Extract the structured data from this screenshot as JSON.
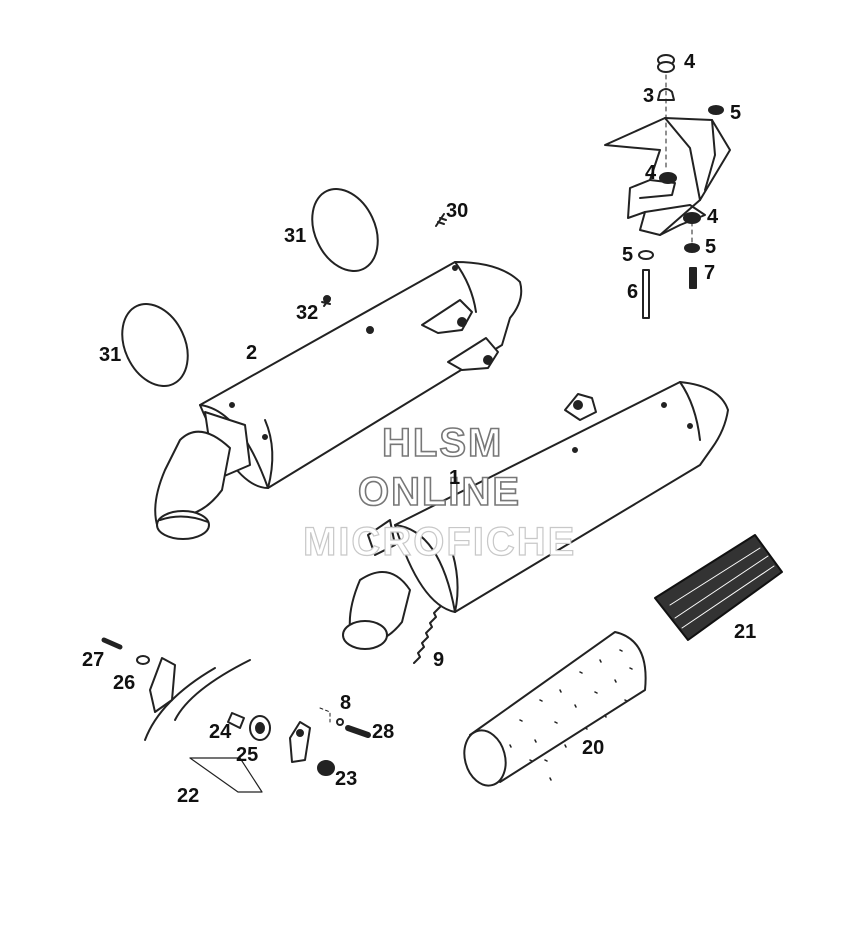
{
  "watermark": {
    "line1": "HLSM",
    "line2": "ONLINE",
    "line3": "MICROFICHE"
  },
  "callouts": {
    "p1": "1",
    "p2": "2",
    "p3": "3",
    "p4a": "4",
    "p4b": "4",
    "p4c": "4",
    "p5a": "5",
    "p5b": "5",
    "p5c": "5",
    "p6": "6",
    "p7": "7",
    "p8": "8",
    "p9": "9",
    "p20": "20",
    "p21": "21",
    "p22": "22",
    "p23": "23",
    "p24": "24",
    "p25": "25",
    "p26": "26",
    "p27": "27",
    "p28": "28",
    "p30": "30",
    "p31a": "31",
    "p31b": "31",
    "p32": "32"
  },
  "colors": {
    "line": "#222222",
    "watermark_outline": "#777777",
    "watermark_faint": "#c8c8c8"
  }
}
